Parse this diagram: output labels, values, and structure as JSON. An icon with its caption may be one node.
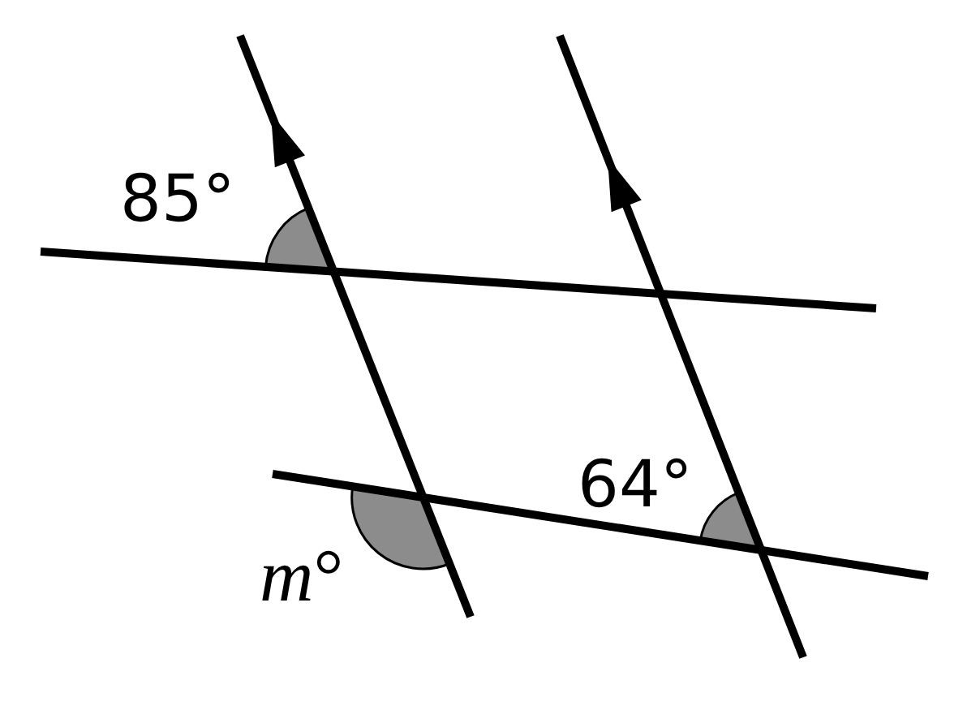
{
  "diagram": {
    "labels": [
      "85°",
      "64°",
      "*m*°"
    ]
  }
}
